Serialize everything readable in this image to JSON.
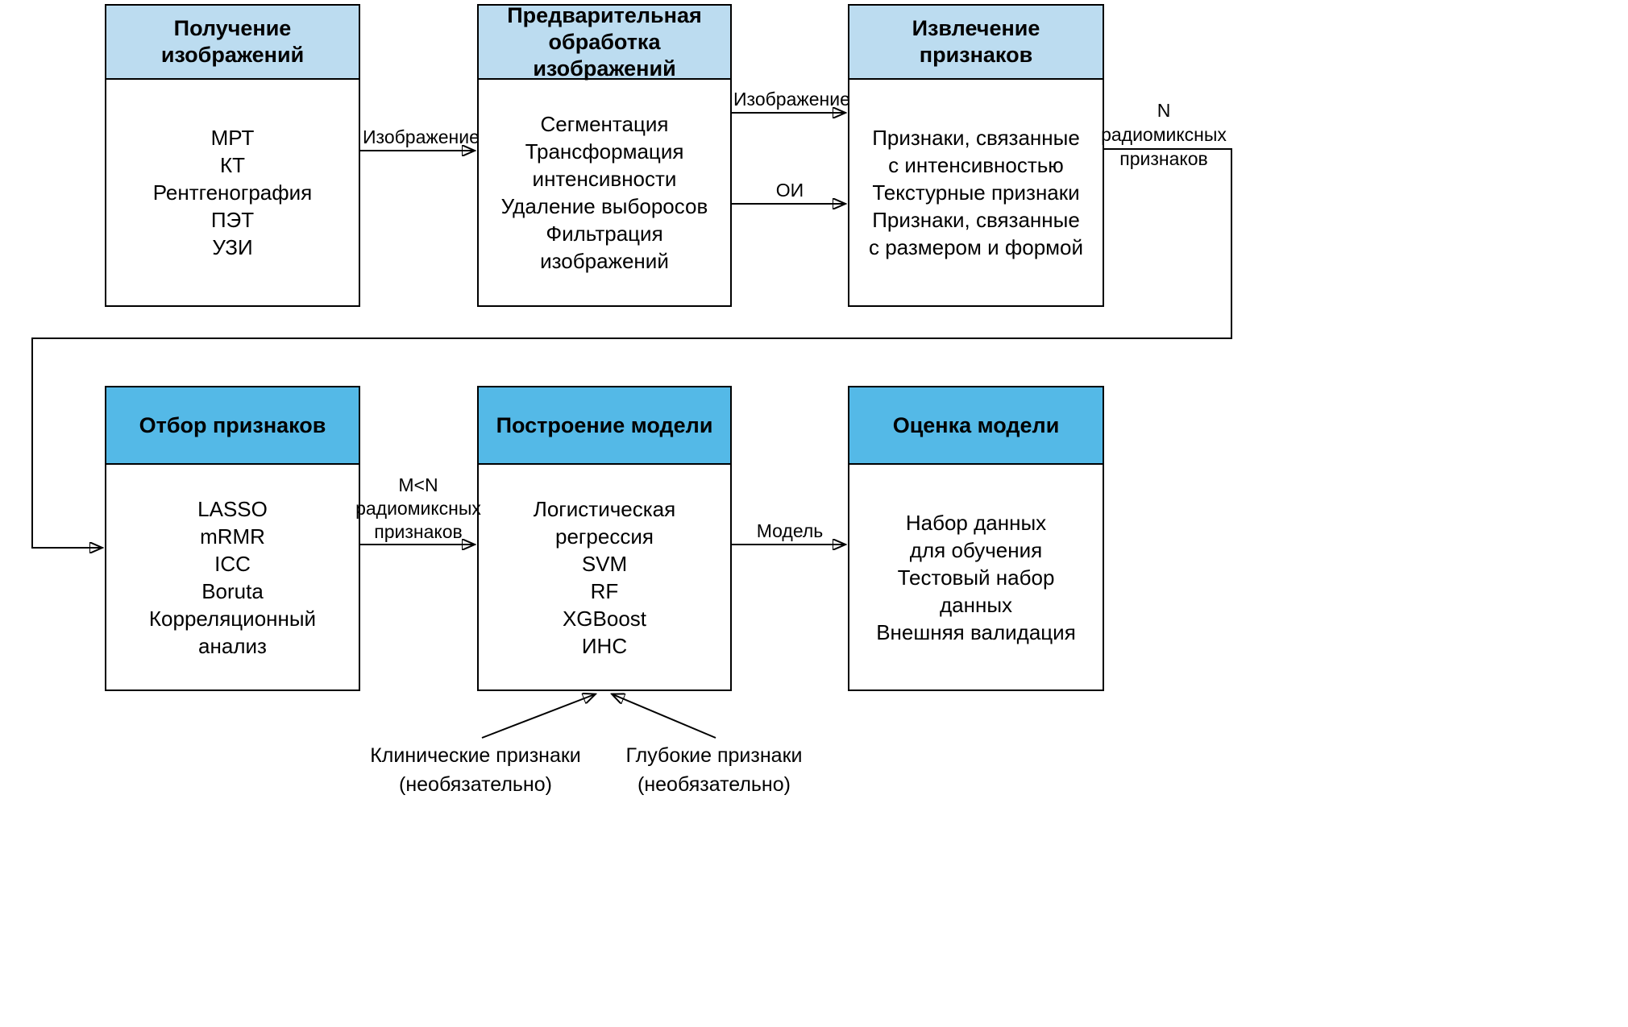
{
  "colors": {
    "background": "#ffffff",
    "top_header_fill": "#bcdcf0",
    "bottom_header_fill": "#54b9e7",
    "line": "#000000",
    "text": "#000000"
  },
  "boxes": [
    {
      "id": "image-acquisition",
      "title": [
        "Получение",
        "изображений"
      ],
      "lines": [
        "МРТ",
        "КТ",
        "Рентгенография",
        "ПЭТ",
        "УЗИ"
      ]
    },
    {
      "id": "image-preprocessing",
      "title": [
        "Предварительная",
        "обработка изображений"
      ],
      "lines": [
        "Сегментация",
        "Трансформация",
        "интенсивности",
        "Удаление выборосов",
        "Фильтрация",
        "изображений"
      ]
    },
    {
      "id": "feature-extraction",
      "title": [
        "Извлечение",
        "признаков"
      ],
      "lines": [
        "Признаки, связанные",
        "с интенсивностью",
        "Текстурные признаки",
        "Признаки, связанные",
        "с размером и формой"
      ]
    },
    {
      "id": "feature-selection",
      "title": [
        "Отбор признаков"
      ],
      "lines": [
        "LASSO",
        "mRMR",
        "ICC",
        "Boruta",
        "Корреляционный",
        "анализ"
      ]
    },
    {
      "id": "model-building",
      "title": [
        "Построение модели"
      ],
      "lines": [
        "Логистическая",
        "регрессия",
        "SVM",
        "RF",
        "XGBoost",
        "ИНС"
      ]
    },
    {
      "id": "model-evaluation",
      "title": [
        "Оценка модели"
      ],
      "lines": [
        "Набор данных",
        "для обучения",
        "Тестовый набор",
        "данных",
        "Внешняя валидация"
      ]
    }
  ],
  "arrow_labels": {
    "acquisition_to_preprocessing": "Изображение",
    "preprocessing_to_extraction_top": "Изображение",
    "preprocessing_to_extraction_bottom": "ОИ",
    "extraction_output": [
      "N радиомиксных",
      "признаков"
    ],
    "selection_to_model": [
      "M<N",
      "радиомиксных",
      "признаков"
    ],
    "model_to_evaluation": "Модель",
    "clinical_features": [
      "Клинические признаки",
      "(необязательно)"
    ],
    "deep_features": [
      "Глубокие признаки",
      "(необязательно)"
    ]
  }
}
